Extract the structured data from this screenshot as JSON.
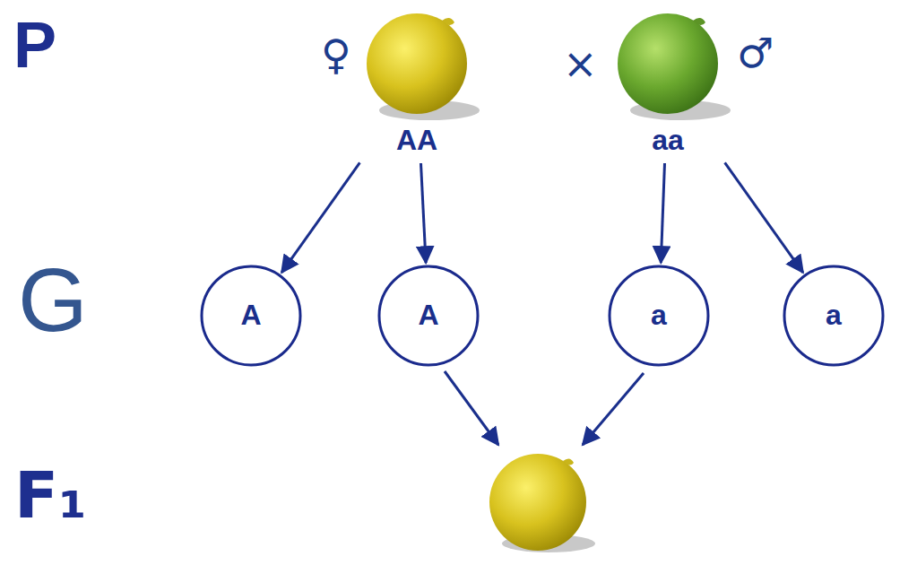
{
  "diagram": {
    "nodes": [
      {
        "text": [
          "AA"
        ]
      },
      {
        "text": [
          "aa"
        ]
      },
      {
        "text": [
          "A"
        ]
      },
      {
        "text": [
          "A"
        ]
      },
      {
        "text": [
          "a"
        ]
      },
      {
        "text": [
          "a"
        ]
      }
    ],
    "edges": [
      {
        "from": 0,
        "to": 2,
        "arrow": "to"
      },
      {
        "from": 0,
        "to": 3,
        "arrow": "to"
      },
      {
        "from": 1,
        "to": 4,
        "arrow": "to"
      },
      {
        "from": 1,
        "to": 5,
        "arrow": "to"
      }
    ],
    "labels": [
      "P",
      "♀",
      "×",
      "♂",
      "G",
      "F₁"
    ]
  }
}
